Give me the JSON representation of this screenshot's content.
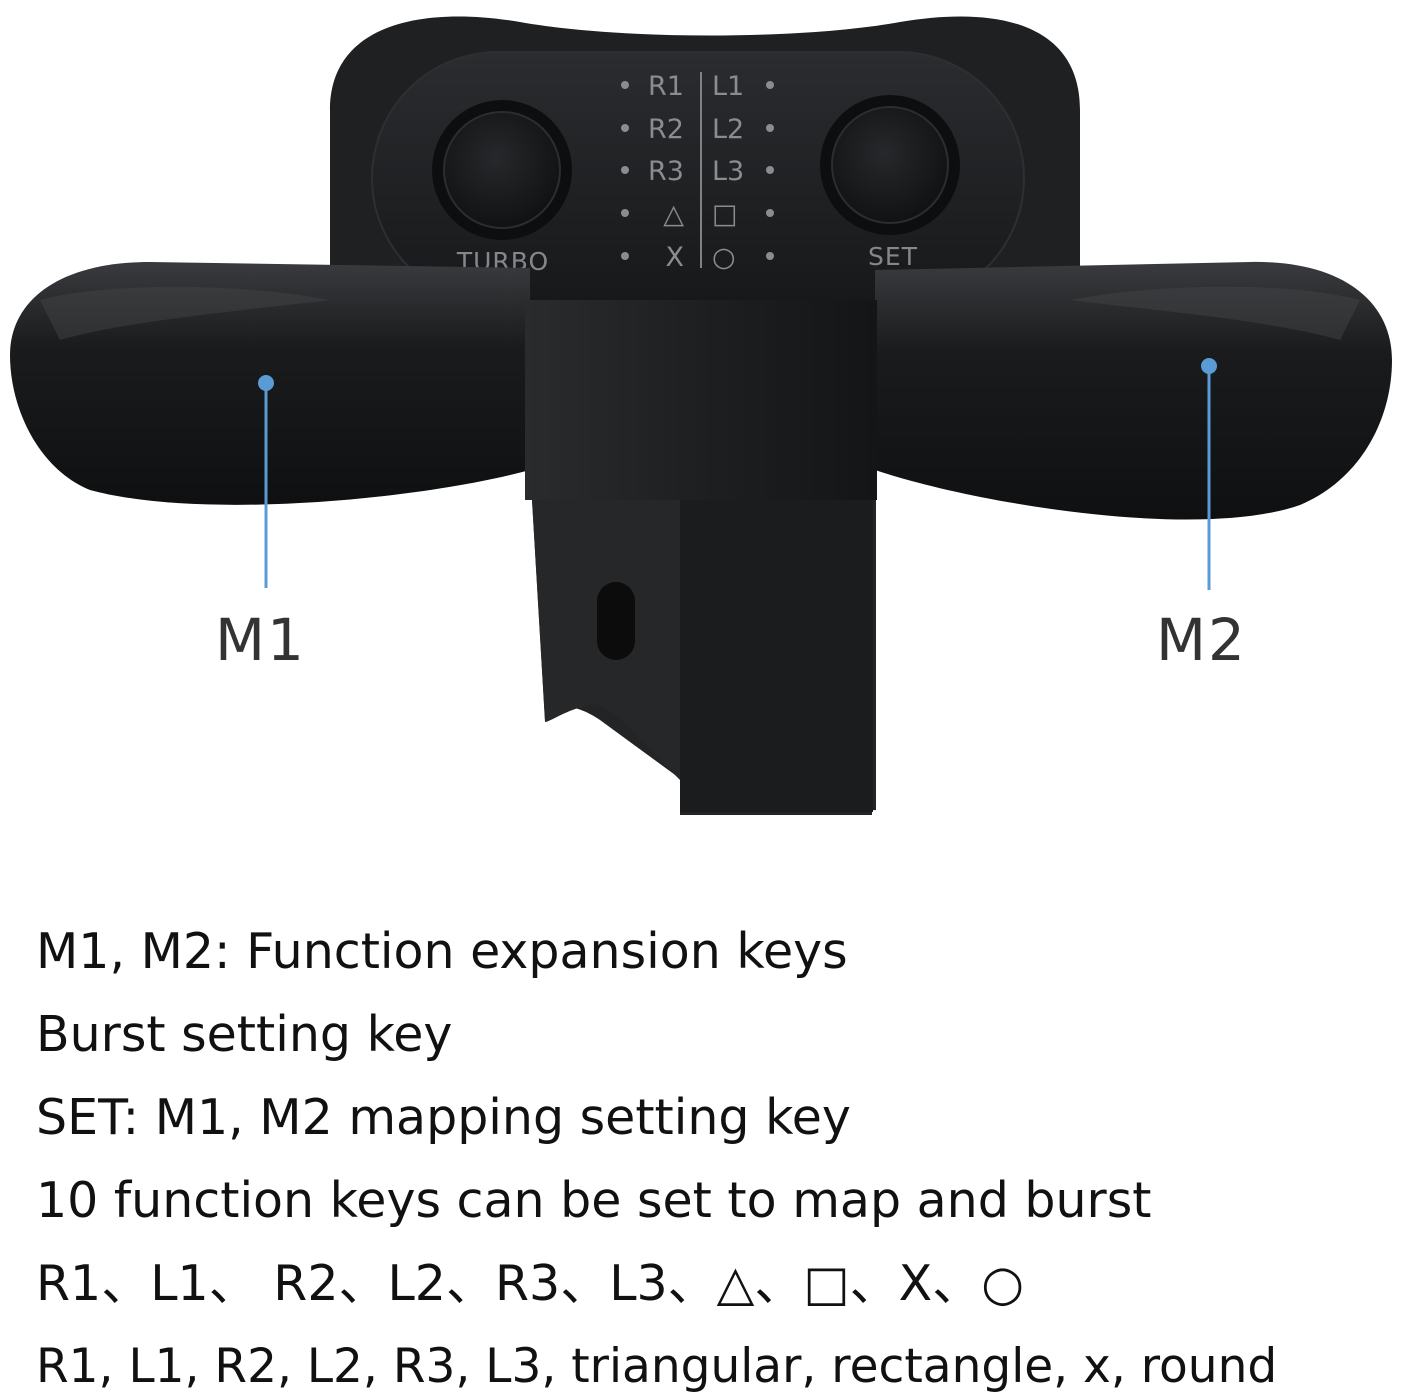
{
  "device": {
    "dial_rows": [
      {
        "right": "R1",
        "left": "L1"
      },
      {
        "right": "R2",
        "left": "L2"
      },
      {
        "right": "R3",
        "left": "L3"
      },
      {
        "right": "△",
        "left": "□"
      },
      {
        "right": "X",
        "left": "○"
      }
    ],
    "turbo_label": "TURBO",
    "set_label": "SET",
    "body_color": "#1c1d1f",
    "accent_color": "#5b9bd5"
  },
  "callouts": {
    "m1": "M1",
    "m2": "M2"
  },
  "description": [
    "M1, M2: Function expansion keys",
    "Burst setting key",
    "SET: M1, M2 mapping setting key",
    "10 function keys can be set to map and burst",
    "R1、L1、 R2、L2、R3、L3、△、□、X、○",
    "R1, L1, R2, L2, R3, L3, triangular, rectangle, x, round"
  ]
}
